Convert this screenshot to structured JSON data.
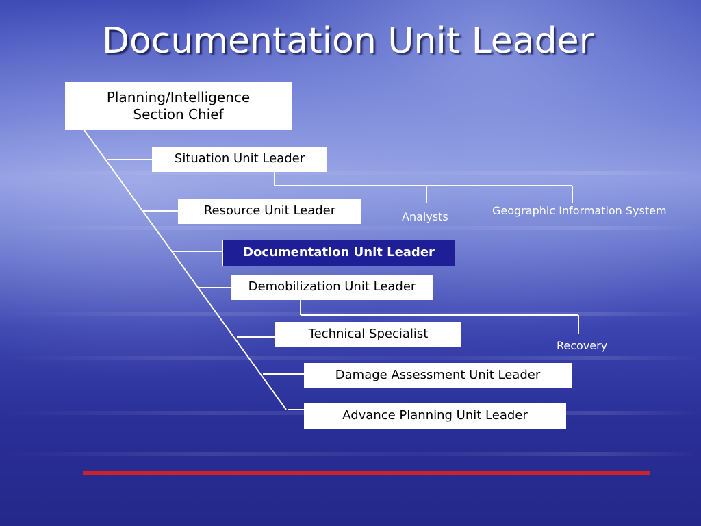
{
  "slide": {
    "title": "Documentation Unit Leader",
    "accent_color": "#d0202a",
    "highlight_color": "#1e1e96"
  },
  "nodes": {
    "chief": "Planning/Intelligence\nSection Chief",
    "situation": "Situation Unit Leader",
    "resource": "Resource Unit Leader",
    "documentation": "Documentation Unit Leader",
    "demobilization": "Demobilization Unit Leader",
    "technical": "Technical Specialist",
    "damage": "Damage Assessment  Unit Leader",
    "advance": "Advance Planning Unit Leader"
  },
  "sub_labels": {
    "analysts": "Analysts",
    "gis": "Geographic Information System",
    "recovery": "Recovery"
  }
}
